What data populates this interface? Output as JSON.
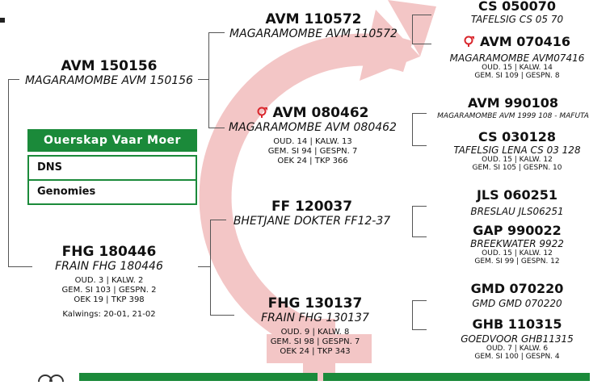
{
  "menu": {
    "header": "Ouerskap  Vaar  Moer",
    "items": [
      "DNS",
      "Genomies"
    ]
  },
  "animal": {
    "id": "FHG 180446",
    "name": "FRAIN FHG 180446",
    "stats1": "OUD. 3 | KALW. 2",
    "stats2": "GEM. SI 103 | GESPN. 2",
    "stats3": "OEK 19 | TKP 398",
    "kalwings": "Kalwings: 20-01, 21-02"
  },
  "sire": {
    "id": "AVM 150156",
    "name": "MAGARAMOMBE AVM 150156"
  },
  "ss": {
    "id": "AVM 110572",
    "name": "MAGARAMOMBE AVM 110572"
  },
  "sd": {
    "id": "AVM 080462",
    "name": "MAGARAMOMBE AVM 080462",
    "stats1": "OUD. 14 | KALW. 13",
    "stats2": "GEM. SI 94 | GESPN. 7",
    "stats3": "OEK 24 | TKP 366"
  },
  "ds": {
    "id": "FF 120037",
    "name": "BHETJANE DOKTER FF12-37"
  },
  "dd": {
    "id": "FHG 130137",
    "name": "FRAIN FHG 130137",
    "stats1": "OUD. 9 | KALW. 8",
    "stats2": "GEM. SI 98 | GESPN. 7",
    "stats3": "OEK 24 | TKP 343"
  },
  "g1": {
    "id": "CS 050070",
    "name": "TAFELSIG CS 05 70"
  },
  "g2": {
    "id": "AVM 070416",
    "name": "MAGARAMOMBE AVM07416",
    "stats1": "OUD. 15 | KALW. 14",
    "stats2": "GEM. SI 109 | GESPN. 8"
  },
  "g3": {
    "id": "AVM 990108",
    "name": "MAGARAMOMBE AVM 1999 108 - MAFUTA"
  },
  "g4": {
    "id": "CS 030128",
    "name": "TAFELSIG LENA CS 03 128",
    "stats1": "OUD. 15 | KALW. 12",
    "stats2": "GEM. SI 105 | GESPN. 10"
  },
  "g5": {
    "id": "JLS 060251",
    "name": "BRESLAU JLS06251"
  },
  "g6": {
    "id": "GAP 990022",
    "name": "BREEKWATER 9922",
    "stats1": "OUD. 15 | KALW. 12",
    "stats2": "GEM. SI 99 | GESPN. 12"
  },
  "g7": {
    "id": "GMD 070220",
    "name": "GMD GMD 070220"
  },
  "g8": {
    "id": "GHB 110315",
    "name": "GOEDVOOR GHB11315",
    "stats1": "OUD. 7 | KALW. 6",
    "stats2": "GEM. SI 100 | GESPN. 4"
  },
  "colors": {
    "accent": "#1b8a3a",
    "watermark": "#f2c4c4",
    "badge": "#d9262c"
  },
  "icons": {
    "badge": "female-badge-icon"
  }
}
